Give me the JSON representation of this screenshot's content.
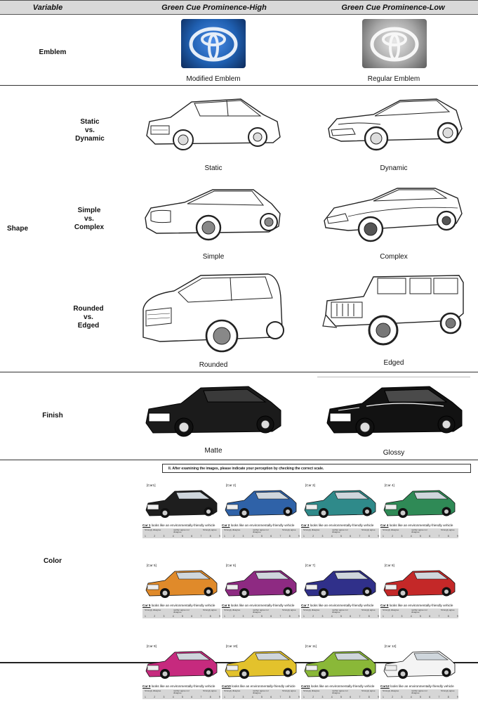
{
  "header": {
    "variable": "Variable",
    "high": "Green Cue Prominence-High",
    "low": "Green Cue Prominence-Low"
  },
  "emblem": {
    "label": "Emblem",
    "high_caption": "Modified Emblem",
    "low_caption": "Regular Emblem",
    "high_color": "#1f5fb0",
    "low_color": "#9a9a9a"
  },
  "shape": {
    "label": "Shape",
    "rows": [
      {
        "label_lines": [
          "Static",
          "vs.",
          "Dynamic"
        ],
        "high_caption": "Static",
        "low_caption": "Dynamic"
      },
      {
        "label_lines": [
          "Simple",
          "vs.",
          "Complex"
        ],
        "high_caption": "Simple",
        "low_caption": "Complex"
      },
      {
        "label_lines": [
          "Rounded",
          "vs.",
          "Edged"
        ],
        "high_caption": "Rounded",
        "low_caption": "Edged"
      }
    ]
  },
  "finish": {
    "label": "Finish",
    "high_caption": "Matte",
    "low_caption": "Glossy"
  },
  "color": {
    "label": "Color",
    "instruction": "II. After examining the images, please indicate your perception by checking the correct scale.",
    "scale_left": "Strongly disagree",
    "scale_mid": "neither agree nor disagree",
    "scale_right": "Strongly agree",
    "scale_numbers": [
      "1",
      "2",
      "3",
      "4",
      "5",
      "6",
      "7",
      "8",
      "9"
    ],
    "question_suffix": "looks like an environmentally-friendly vehicle",
    "cars": [
      {
        "tag": "[Car1]",
        "name": "Car 1",
        "color": "#1e1e1e"
      },
      {
        "tag": "[Car 2]",
        "name": "Car 2",
        "color": "#2f62a8"
      },
      {
        "tag": "[Car 3]",
        "name": "Car 3",
        "color": "#2f8a8a"
      },
      {
        "tag": "[Car 4]",
        "name": "Car 4",
        "color": "#2f8a56"
      },
      {
        "tag": "[Car 5]",
        "name": "Car 5",
        "color": "#e08a2a"
      },
      {
        "tag": "[Car 6]",
        "name": "Car 6",
        "color": "#8e2a82"
      },
      {
        "tag": "[Car 7]",
        "name": "Car 7",
        "color": "#30308a"
      },
      {
        "tag": "[Car 8]",
        "name": "Car 8",
        "color": "#c42828"
      },
      {
        "tag": "[Car 9]",
        "name": "Car 9",
        "color": "#c62a7e"
      },
      {
        "tag": "[Car 10]",
        "name": "Car10",
        "color": "#e3c22c"
      },
      {
        "tag": "[Car 11]",
        "name": "Car11",
        "color": "#8ab838"
      },
      {
        "tag": "[Car 12]",
        "name": "Car12",
        "color": "#f4f4f4"
      }
    ]
  }
}
